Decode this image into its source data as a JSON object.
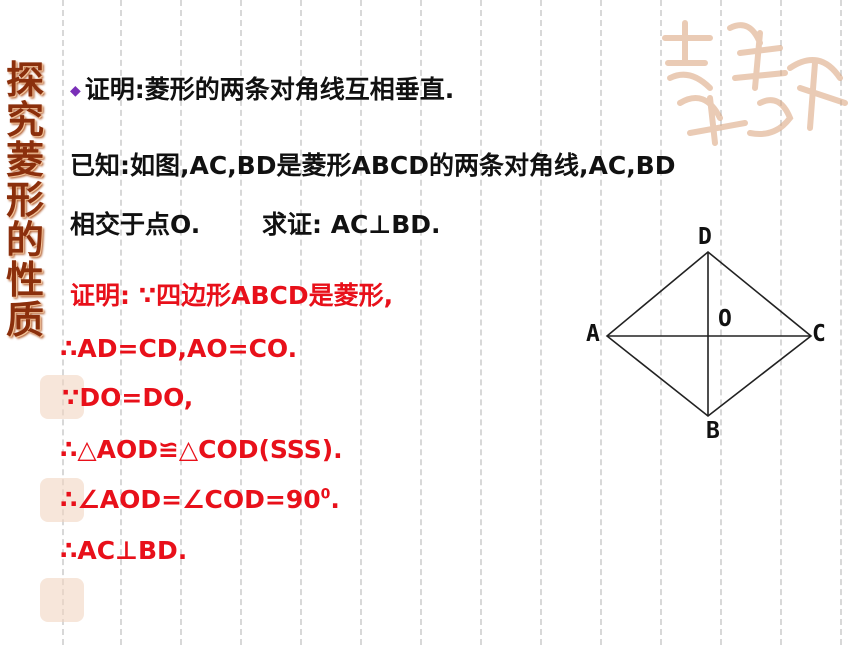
{
  "side_title": [
    "探",
    "究",
    "菱",
    "形",
    "的",
    "性",
    "质"
  ],
  "heading": "证明:菱形的两条对角线互相垂直.",
  "given_line1": "已知:如图,AC,BD是菱形ABCD的两条对角线,AC,BD",
  "given_line2": "相交于点O.",
  "prove_label": "求证: AC⊥BD.",
  "proof_intro": "证明: ∵四边形ABCD是菱形,",
  "steps": [
    {
      "text": "∴AD=CD,AO=CO."
    },
    {
      "text": "∵DO=DO,"
    },
    {
      "text": "∴△AOD≌△COD(SSS)."
    },
    {
      "text": "∴∠AOD=∠COD=90",
      "sup": "0",
      "end": "."
    },
    {
      "text": "∴AC⊥BD."
    }
  ],
  "figure": {
    "labels": {
      "A": "A",
      "B": "B",
      "C": "C",
      "D": "D",
      "O": "O"
    }
  },
  "colors": {
    "red": "#e8101a",
    "black": "#111111",
    "accent": "#7a2fb8",
    "title": "#8b2f0c"
  }
}
